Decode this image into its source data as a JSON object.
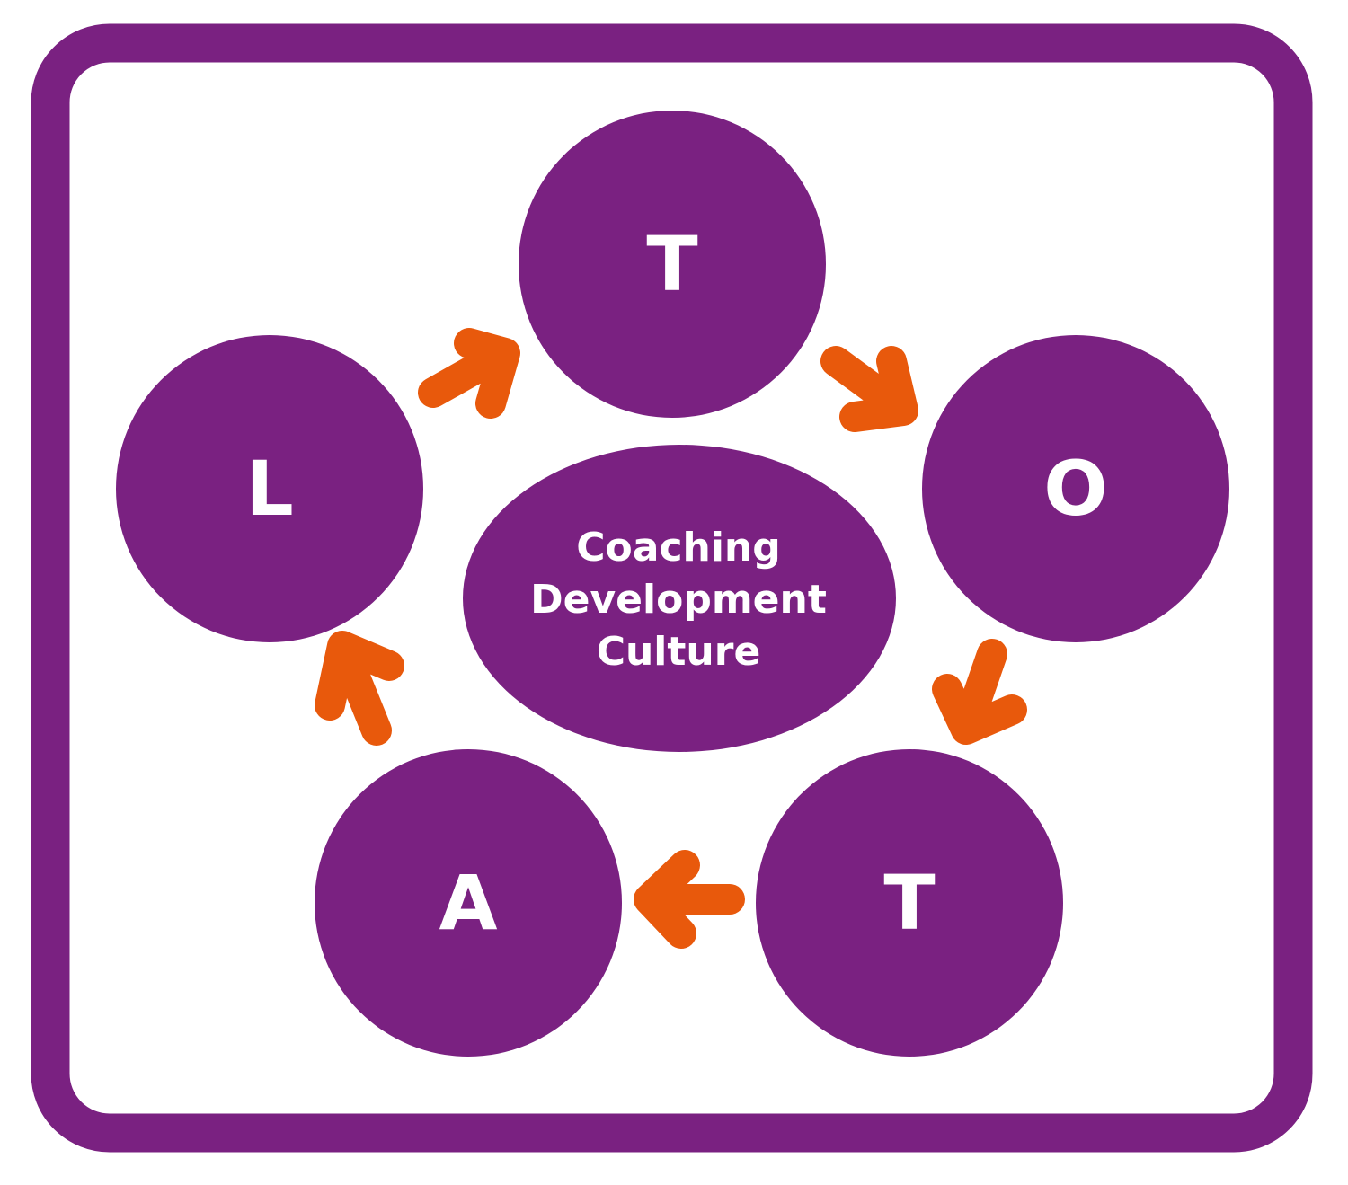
{
  "colors": {
    "purple": "#7a2181",
    "orange": "#e8590c",
    "background": "#ffffff"
  },
  "cycle": {
    "nodes": [
      {
        "letter": "T"
      },
      {
        "letter": "O"
      },
      {
        "letter": "T"
      },
      {
        "letter": "A"
      },
      {
        "letter": "L"
      }
    ],
    "arrow_direction": "clockwise"
  },
  "center": {
    "lines": [
      "Coaching",
      "Development",
      "Culture"
    ]
  }
}
